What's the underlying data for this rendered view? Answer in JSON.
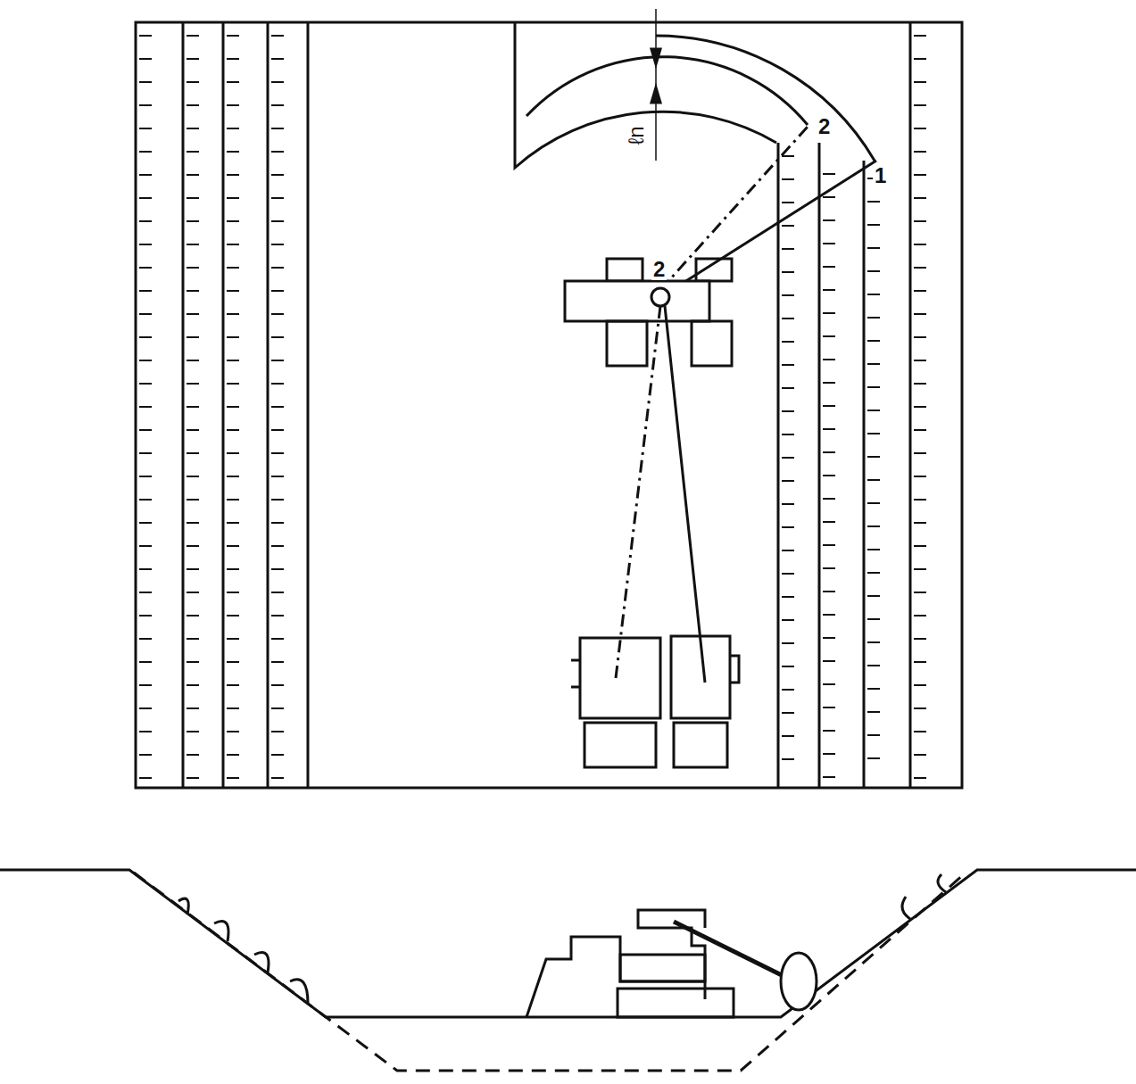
{
  "diagram": {
    "labels": [
      "2",
      "1",
      "2",
      "ℓn"
    ]
  }
}
